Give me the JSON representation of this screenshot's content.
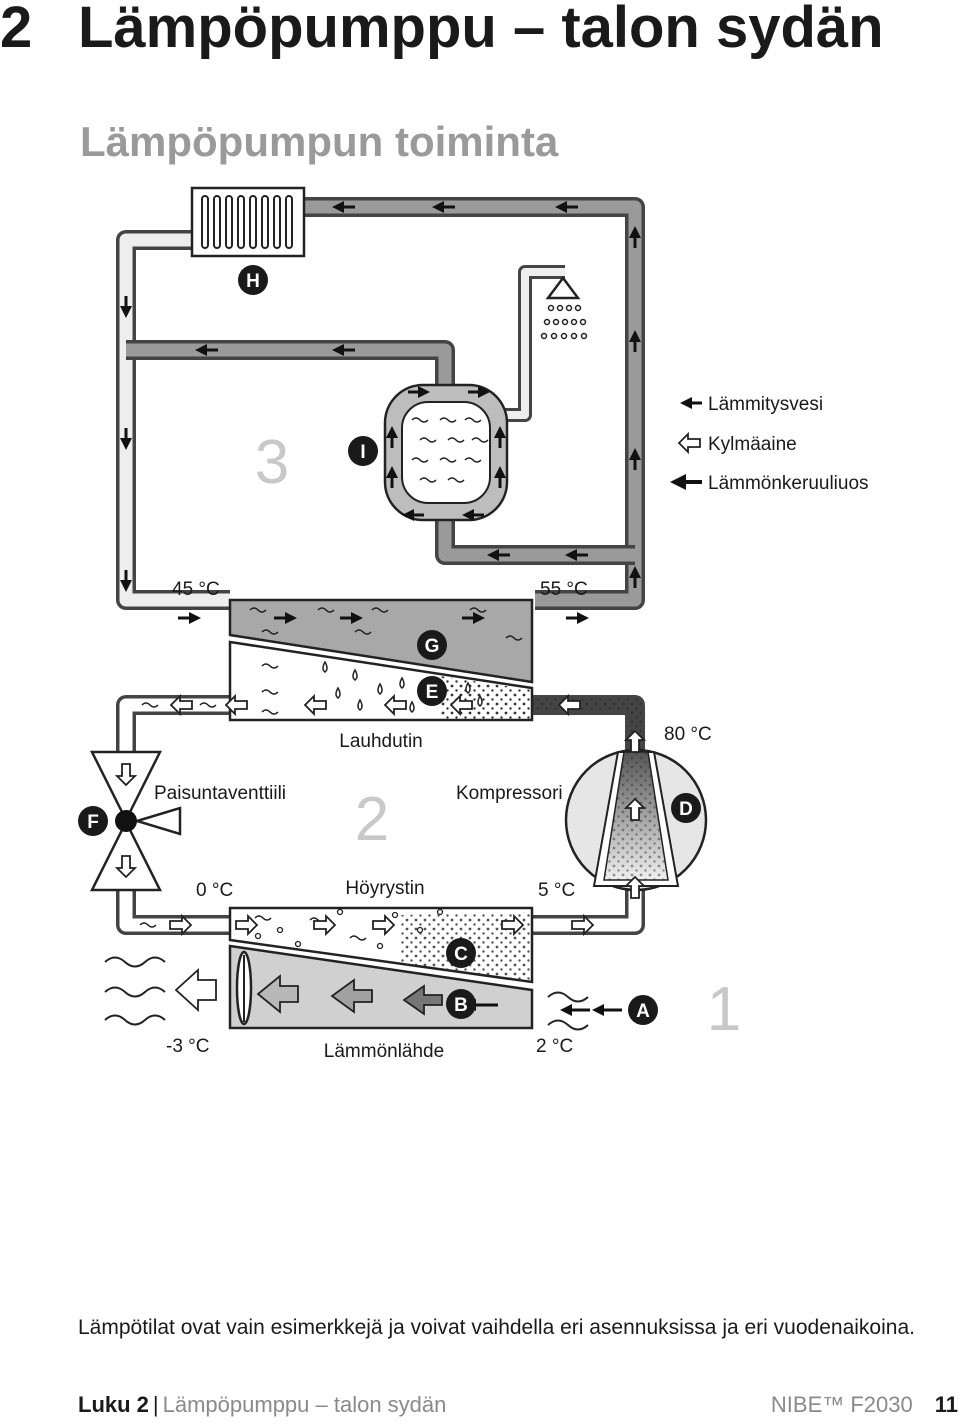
{
  "header": {
    "chapter_number": "2",
    "chapter_title": "Lämpöpumppu – talon sydän",
    "subtitle": "Lämpöpumpun toiminta"
  },
  "legend": {
    "heating_water": "Lämmitysvesi",
    "refrigerant": "Kylmäaine",
    "brine": "Lämmönkeruuliuos"
  },
  "diagram": {
    "circuit_numbers": [
      "3",
      "2",
      "1"
    ],
    "badges": [
      "H",
      "I",
      "G",
      "E",
      "F",
      "D",
      "C",
      "B",
      "A"
    ],
    "components": {
      "condenser": "Lauhdutin",
      "expansion_valve": "Paisuntaventtiili",
      "compressor": "Kompressori",
      "evaporator": "Höyrystin",
      "heat_source": "Lämmönlähde"
    },
    "temperatures": {
      "t45": "45 °C",
      "t55": "55 °C",
      "t80": "80 °C",
      "t0": "0 °C",
      "t5": "5 °C",
      "tm3": "-3 °C",
      "t2": "2 °C"
    }
  },
  "note": "Lämpötilat ovat vain esimerkkejä ja voivat vaihdella eri asennuksissa ja eri vuodenaikoina.",
  "footer": {
    "chapter": "Luku 2",
    "title": "Lämpöpumppu – talon sydän",
    "brand": "NIBE™ F2030",
    "page": "11"
  }
}
